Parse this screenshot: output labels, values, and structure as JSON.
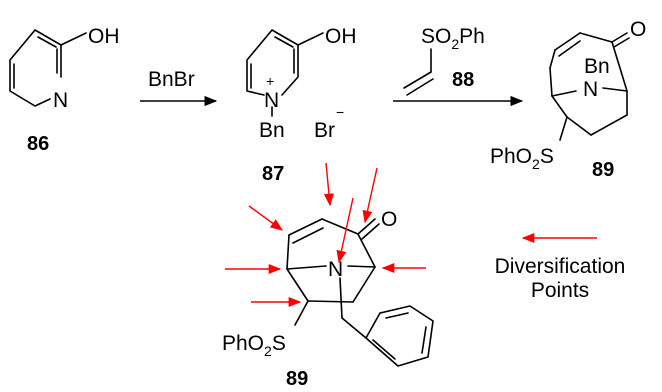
{
  "compounds": {
    "c86": {
      "number": "86",
      "oh": "OH",
      "n": "N"
    },
    "c87": {
      "number": "87",
      "oh": "OH",
      "n": "N",
      "plus": "+",
      "bn": "Bn",
      "br": "Br",
      "minus": "−"
    },
    "c88": {
      "number": "88",
      "so2": "SO",
      "so2_sub": "2",
      "ph": "Ph"
    },
    "c89_top": {
      "number": "89",
      "o": "O",
      "bn": "Bn",
      "n": "N",
      "pho2s": "PhO",
      "pho2s_sub": "2",
      "s": "S"
    },
    "c89_bottom": {
      "number": "89",
      "o": "O",
      "n": "N",
      "pho2s": "PhO",
      "pho2s_sub": "2",
      "s": "S"
    }
  },
  "reagents": {
    "step1": "BnBr"
  },
  "legend": {
    "line1": "Diversification",
    "line2": "Points"
  },
  "colors": {
    "bond": "#000000",
    "highlight": "#ff0000"
  }
}
